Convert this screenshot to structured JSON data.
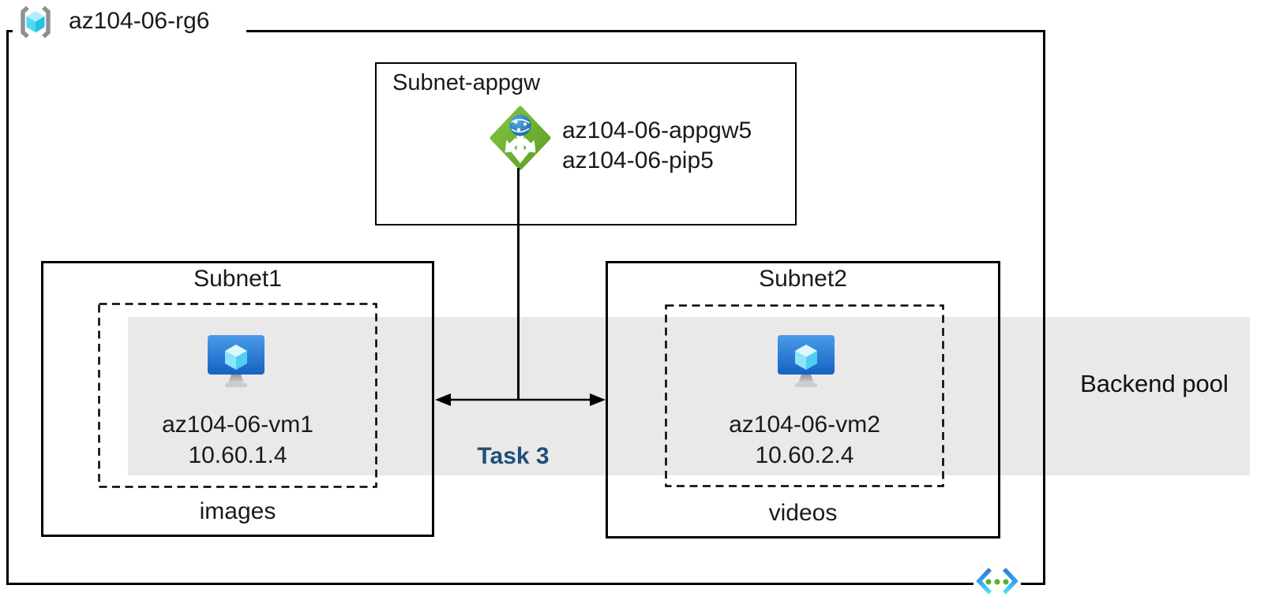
{
  "diagram": {
    "resource_group": {
      "label": "az104-06-rg6"
    },
    "appgw_subnet": {
      "title": "Subnet-appgw",
      "gateway_name": "az104-06-appgw5",
      "public_ip_name": "az104-06-pip5"
    },
    "subnet1": {
      "title": "Subnet1",
      "vm_name": "az104-06-vm1",
      "vm_ip": "10.60.1.4",
      "caption": "images"
    },
    "subnet2": {
      "title": "Subnet2",
      "vm_name": "az104-06-vm2",
      "vm_ip": "10.60.2.4",
      "caption": "videos"
    },
    "backend_pool_label": "Backend pool",
    "task_label": "Task 3",
    "icons": {
      "resource_group_icon": "azure-resource-group-cube-in-brackets",
      "application_gateway_icon": "azure-application-gateway-green-diamond-globe-arrows",
      "virtual_machine_icon": "azure-virtual-machine-monitor-with-cube",
      "virtual_network_icon": "azure-virtual-network-chevrons-with-dots"
    },
    "colors": {
      "band_gray": "#E9E9E9",
      "task_blue": "#1F4E79",
      "line_black": "#000000",
      "appgw_green": "#6FB32E",
      "vm_screen_blue": "#2E7FD8",
      "cube_cyan": "#50E6FF",
      "vnet_blue": "#2B7CD3",
      "vnet_cyan": "#50E6FF",
      "dot_green": "#57B02C",
      "bracket_gray": "#8F9092"
    }
  }
}
